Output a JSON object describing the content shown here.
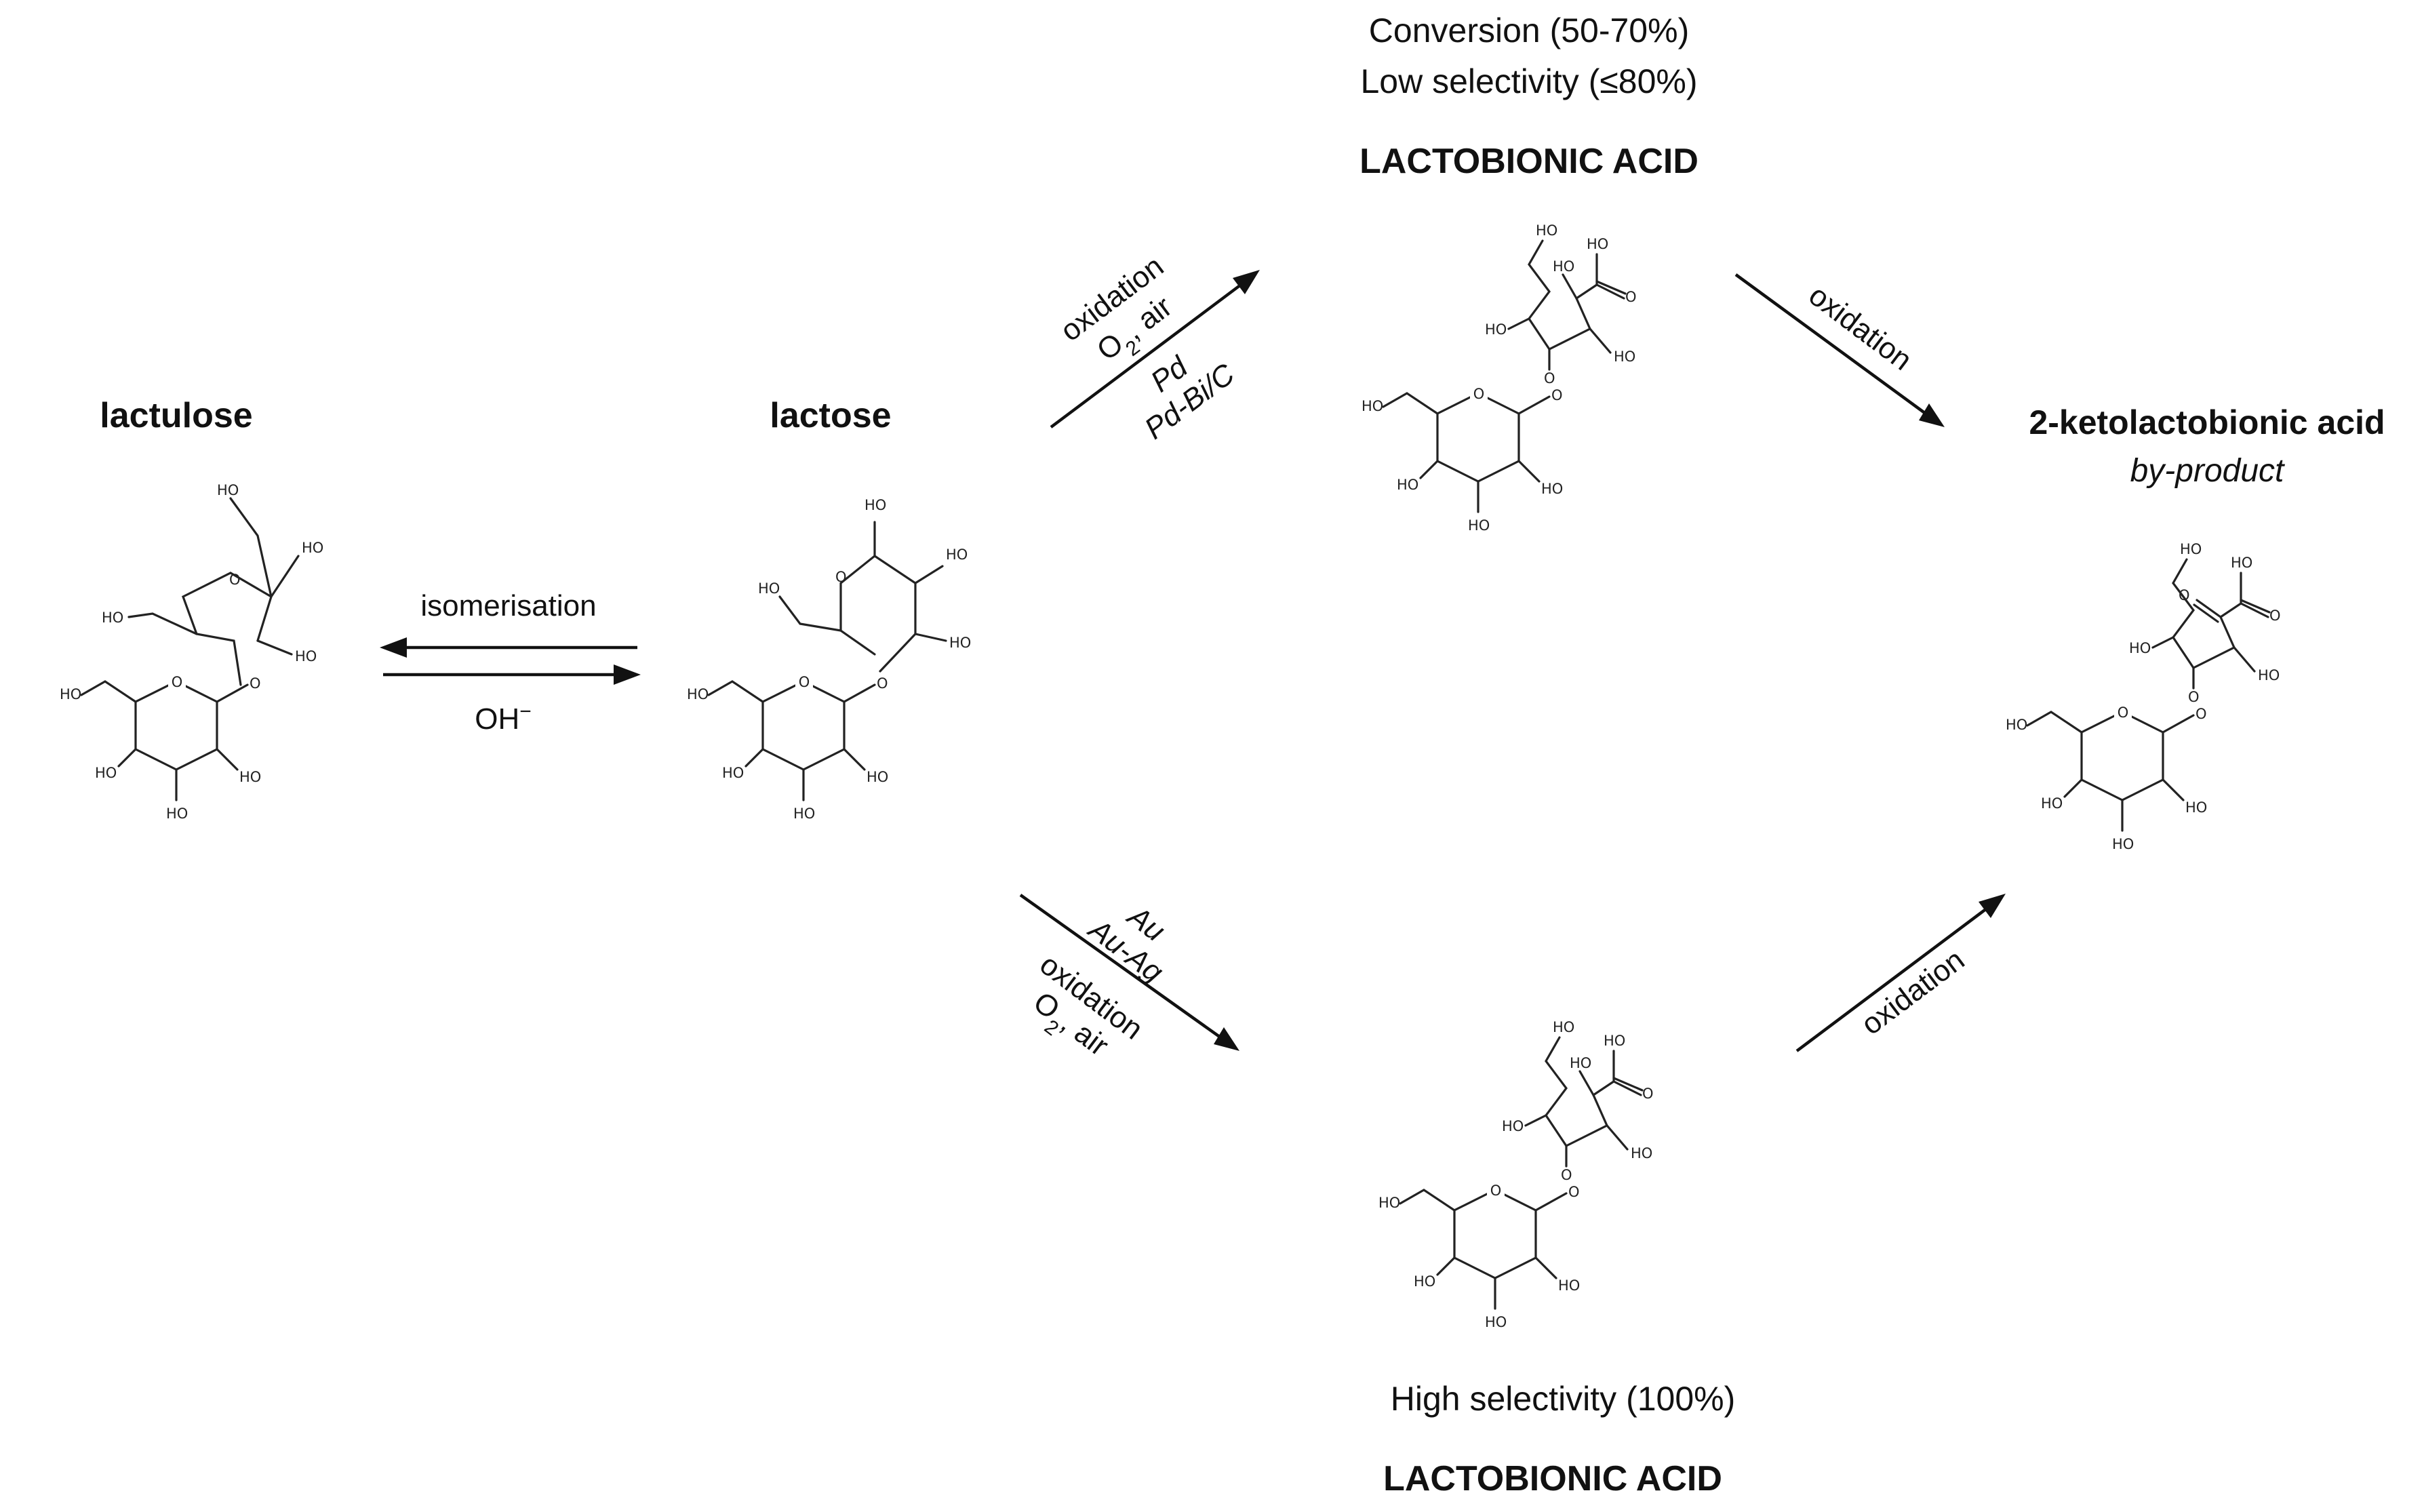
{
  "compounds": {
    "lactulose": {
      "name": "lactulose"
    },
    "lactose": {
      "name": "lactose"
    },
    "lactobionic_top": {
      "name": "LACTOBIONIC ACID",
      "note_line1": "Conversion (50-70%)",
      "note_line2": "Low selectivity (≤80%)"
    },
    "lactobionic_bottom": {
      "name": "LACTOBIONIC ACID",
      "note": "High selectivity (100%)"
    },
    "ketolactobionic": {
      "name": "2-ketolactobionic acid",
      "subtitle": "by-product"
    }
  },
  "arrows": {
    "isomerisation": {
      "above": "isomerisation",
      "below_base": "OH",
      "below_sup": "−"
    },
    "oxidation_pd": {
      "line1": "oxidation",
      "line2_pre": "O",
      "line2_sub": "2",
      "line2_post": ", air",
      "line3": "Pd",
      "line4": "Pd-Bi/C"
    },
    "oxidation_au": {
      "line1": "Au",
      "line2": "Au-Ag",
      "line3": "oxidation",
      "line4_pre": "O",
      "line4_sub": "2",
      "line4_post": ", air"
    },
    "oxidation_top_right": {
      "label": "oxidation"
    },
    "oxidation_bottom_right": {
      "label": "oxidation"
    }
  },
  "atoms": {
    "hydroxyl": "HO",
    "oxygen": "O"
  }
}
